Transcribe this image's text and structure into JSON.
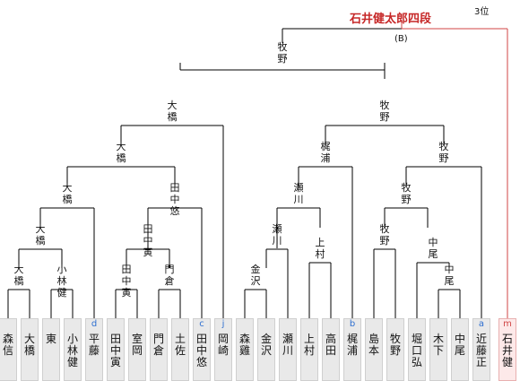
{
  "header": {
    "champion_title": "石井健太郎四段",
    "result_note": "3位",
    "final_game_note": "(B)"
  },
  "colors": {
    "line": "#000000",
    "champion_line": "#d04545",
    "symbol": "#2e6fd0"
  },
  "players": [
    {
      "name": "森信",
      "symbol": ""
    },
    {
      "name": "大橋",
      "symbol": ""
    },
    {
      "name": "東",
      "symbol": ""
    },
    {
      "name": "小林健",
      "symbol": ""
    },
    {
      "name": "平藤",
      "symbol": "d"
    },
    {
      "name": "田中寅",
      "symbol": ""
    },
    {
      "name": "室岡",
      "symbol": ""
    },
    {
      "name": "門倉",
      "symbol": ""
    },
    {
      "name": "土佐",
      "symbol": ""
    },
    {
      "name": "田中悠",
      "symbol": "c"
    },
    {
      "name": "岡崎",
      "symbol": "j"
    },
    {
      "name": "森雞",
      "symbol": ""
    },
    {
      "name": "金沢",
      "symbol": ""
    },
    {
      "name": "瀬川",
      "symbol": ""
    },
    {
      "name": "上村",
      "symbol": ""
    },
    {
      "name": "高田",
      "symbol": ""
    },
    {
      "name": "梶浦",
      "symbol": "b"
    },
    {
      "name": "島本",
      "symbol": ""
    },
    {
      "name": "牧野",
      "symbol": ""
    },
    {
      "name": "堀口弘",
      "symbol": ""
    },
    {
      "name": "木下",
      "symbol": ""
    },
    {
      "name": "中尾",
      "symbol": ""
    },
    {
      "name": "近藤正",
      "symbol": "a"
    },
    {
      "name": "石井健",
      "symbol": "m"
    }
  ],
  "winners": {
    "r1_1": "大橋",
    "r1_2": "小林健",
    "r1_3": "田中寅",
    "r1_4": "門倉",
    "r1_5": "金沢",
    "r1_6": "上村",
    "r1_7": "中尾",
    "r2_1": "大橋",
    "r2_2": "田中寅",
    "r2_3": "瀬川",
    "r2_4": "牧野",
    "r2_5": "中尾",
    "r3_1": "大橋",
    "r3_2": "田中悠",
    "r3_3": "瀬川",
    "r3_4": "牧野",
    "r4_1": "大橋",
    "r4_2": "梶浦",
    "r4_3": "牧野",
    "r5_1": "大橋",
    "r5_2": "牧野",
    "r6_1": "牧野"
  }
}
